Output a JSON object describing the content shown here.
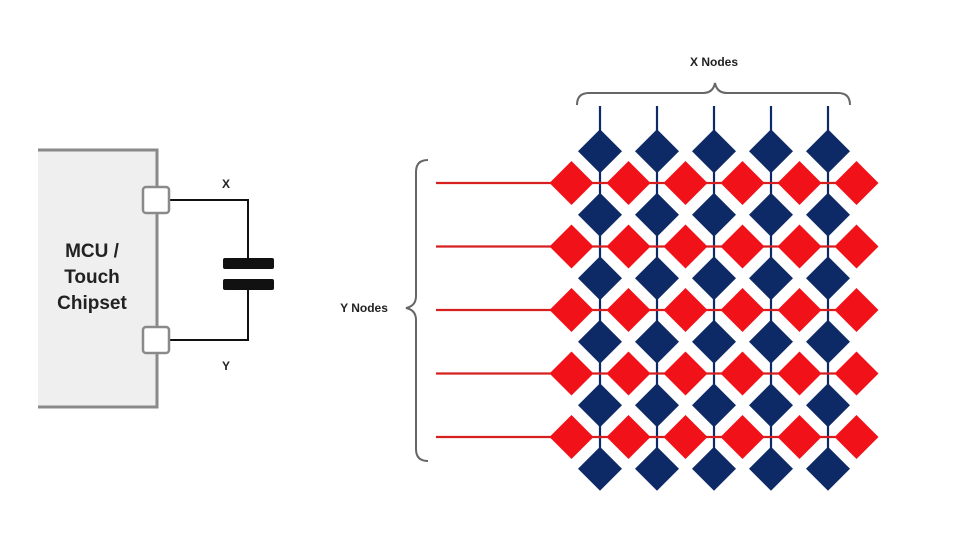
{
  "mcu": {
    "lines": [
      "MCU /",
      "Touch",
      "Chipset"
    ]
  },
  "circuit": {
    "x_label": "X",
    "y_label": "Y"
  },
  "grid": {
    "x_nodes_label": "X Nodes",
    "y_nodes_label": "Y Nodes",
    "x_node_count": 5,
    "y_node_count": 5
  },
  "colors": {
    "x_node": "#0e2a66",
    "y_node": "#f01218",
    "y_line": "#d62020",
    "wire": "#111111",
    "bracket": "#666666",
    "mcu_fill": "#efefef",
    "mcu_border": "#8a8a8a"
  }
}
